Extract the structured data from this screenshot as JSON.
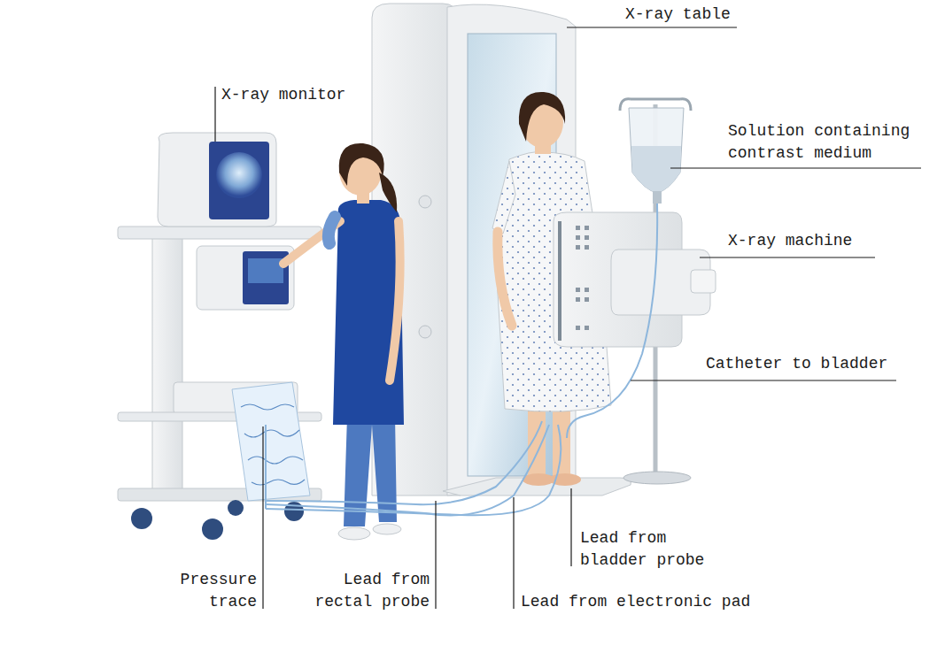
{
  "diagram": {
    "labels": [
      "X-ray table",
      "X-ray monitor",
      "Solution containing contrast medium",
      "X-ray machine",
      "Catheter to bladder",
      "Pressure trace",
      "Lead from rectal probe",
      "Lead from bladder probe",
      "Lead from electronic pad"
    ]
  }
}
